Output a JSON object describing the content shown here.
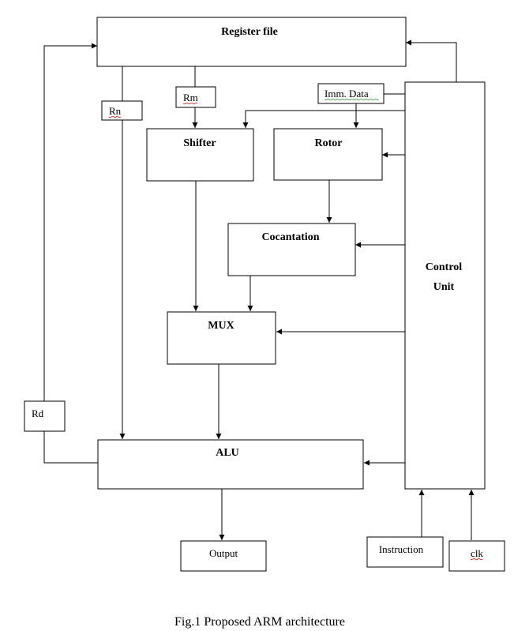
{
  "blocks": {
    "register_file": "Register file",
    "rn": "Rn",
    "rm": "Rm",
    "imm_data": "Imm. Data",
    "shifter": "Shifter",
    "rotor": "Rotor",
    "cocantation": "Cocantation",
    "control_unit_line1": "Control",
    "control_unit_line2": "Unit",
    "mux": "MUX",
    "rd": "Rd",
    "alu": "ALU",
    "output": "Output",
    "instruction": "Instruction",
    "clk": "clk"
  },
  "caption": "Fig.1 Proposed ARM architecture"
}
